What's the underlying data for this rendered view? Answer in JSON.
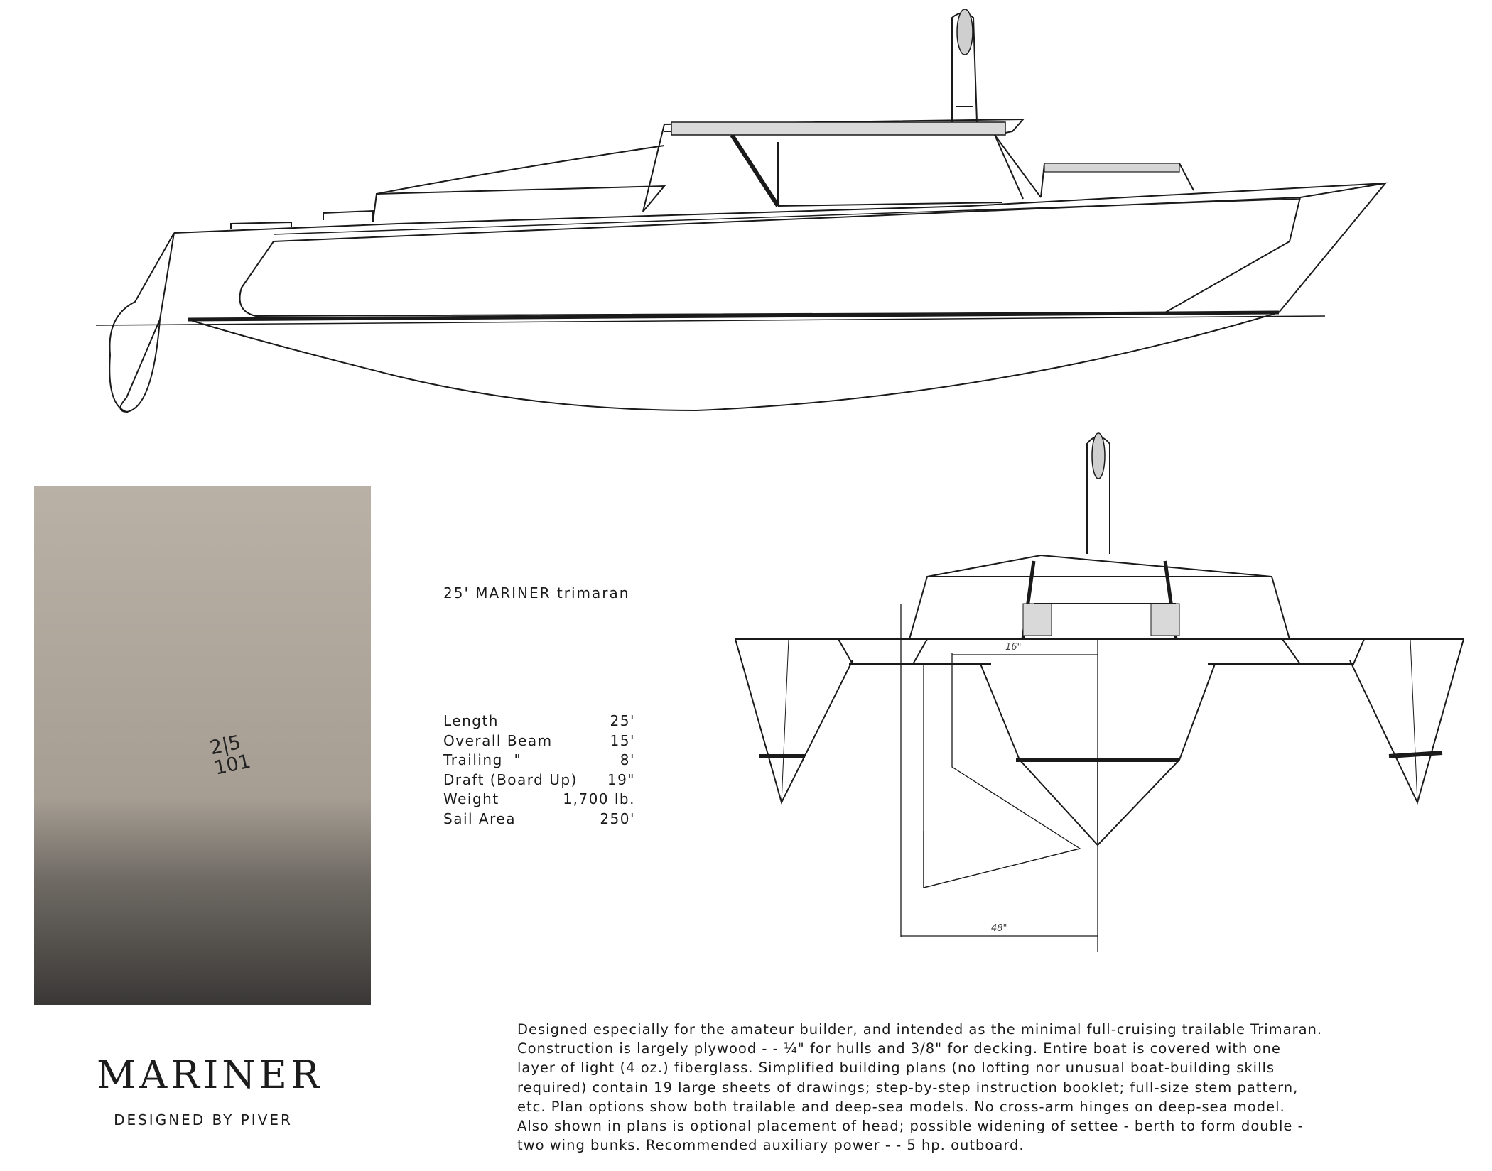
{
  "brochure": {
    "heading": "25' MARINER trimaran",
    "specs": [
      {
        "label": "Length",
        "value": "25'"
      },
      {
        "label": "Overall Beam",
        "value": "15'"
      },
      {
        "label": "Trailing  \"",
        "value": "8'"
      },
      {
        "label": "Draft (Board Up)",
        "value": "19\""
      },
      {
        "label": "Weight",
        "value": "1,700 lb."
      },
      {
        "label": "Sail Area",
        "value": "250'"
      }
    ],
    "title": "MARINER",
    "subtitle": "DESIGNED BY PIVER",
    "description_lines": [
      "Designed especially for the amateur builder, and intended as the minimal full-cruising trailable Trimaran.",
      "Construction is largely plywood - - ¼\" for hulls and 3/8\" for decking.  Entire boat is covered with one",
      "layer of light (4 oz.) fiberglass.  Simplified building plans (no lofting nor unusual boat-building skills",
      "required) contain 19 large sheets of drawings; step-by-step instruction booklet; full-size stem pattern,",
      "etc.  Plan options show both trailable and deep-sea models.  No cross-arm hinges on deep-sea model.",
      "Also shown in plans is optional placement of head; possible widening of settee - berth to form double -",
      "two wing bunks.  Recommended auxiliary power - - 5 hp. outboard."
    ],
    "photo": {
      "sail_number_top": "2|5",
      "sail_number_bottom": "101"
    },
    "drawing_labels": {
      "dim_upper": "16\"",
      "dim_lower": "48\""
    }
  },
  "colors": {
    "ink": "#1a1a1a",
    "photo_sky": "#b1a99e",
    "photo_water": "#3a3836"
  }
}
